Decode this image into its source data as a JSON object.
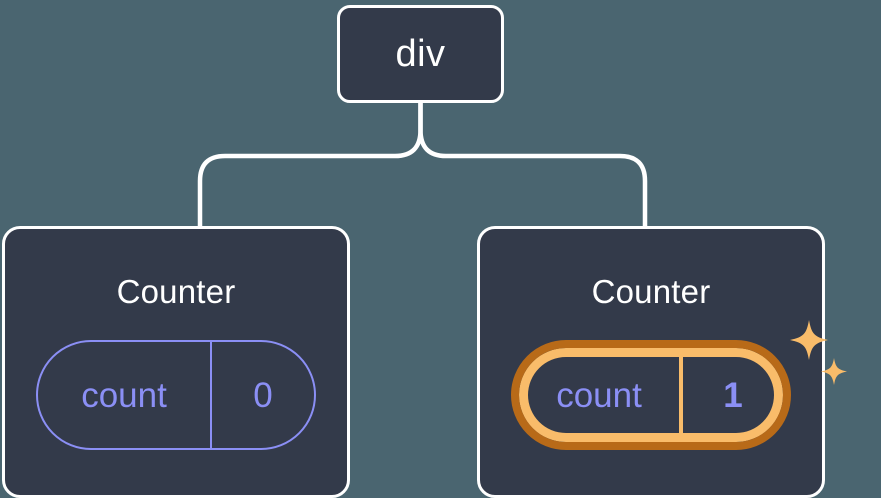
{
  "diagram": {
    "title": "React component tree with highlighted state",
    "background_color": "#4a6570",
    "node_color": "#333a4a",
    "node_border_color": "#ffffff",
    "connector_color": "#ffffff",
    "accent_purple": "#8b8ff5",
    "accent_orange_dark": "#b86a18",
    "accent_orange_light": "#f9bc6a"
  },
  "root": {
    "label": "div"
  },
  "children": [
    {
      "title": "Counter",
      "state": {
        "key": "count",
        "value": "0"
      },
      "highlighted": false,
      "sparkles": false
    },
    {
      "title": "Counter",
      "state": {
        "key": "count",
        "value": "1"
      },
      "highlighted": true,
      "sparkles": true
    }
  ],
  "icons": {
    "sparkle_large": "sparkle-icon",
    "sparkle_small": "sparkle-icon"
  }
}
